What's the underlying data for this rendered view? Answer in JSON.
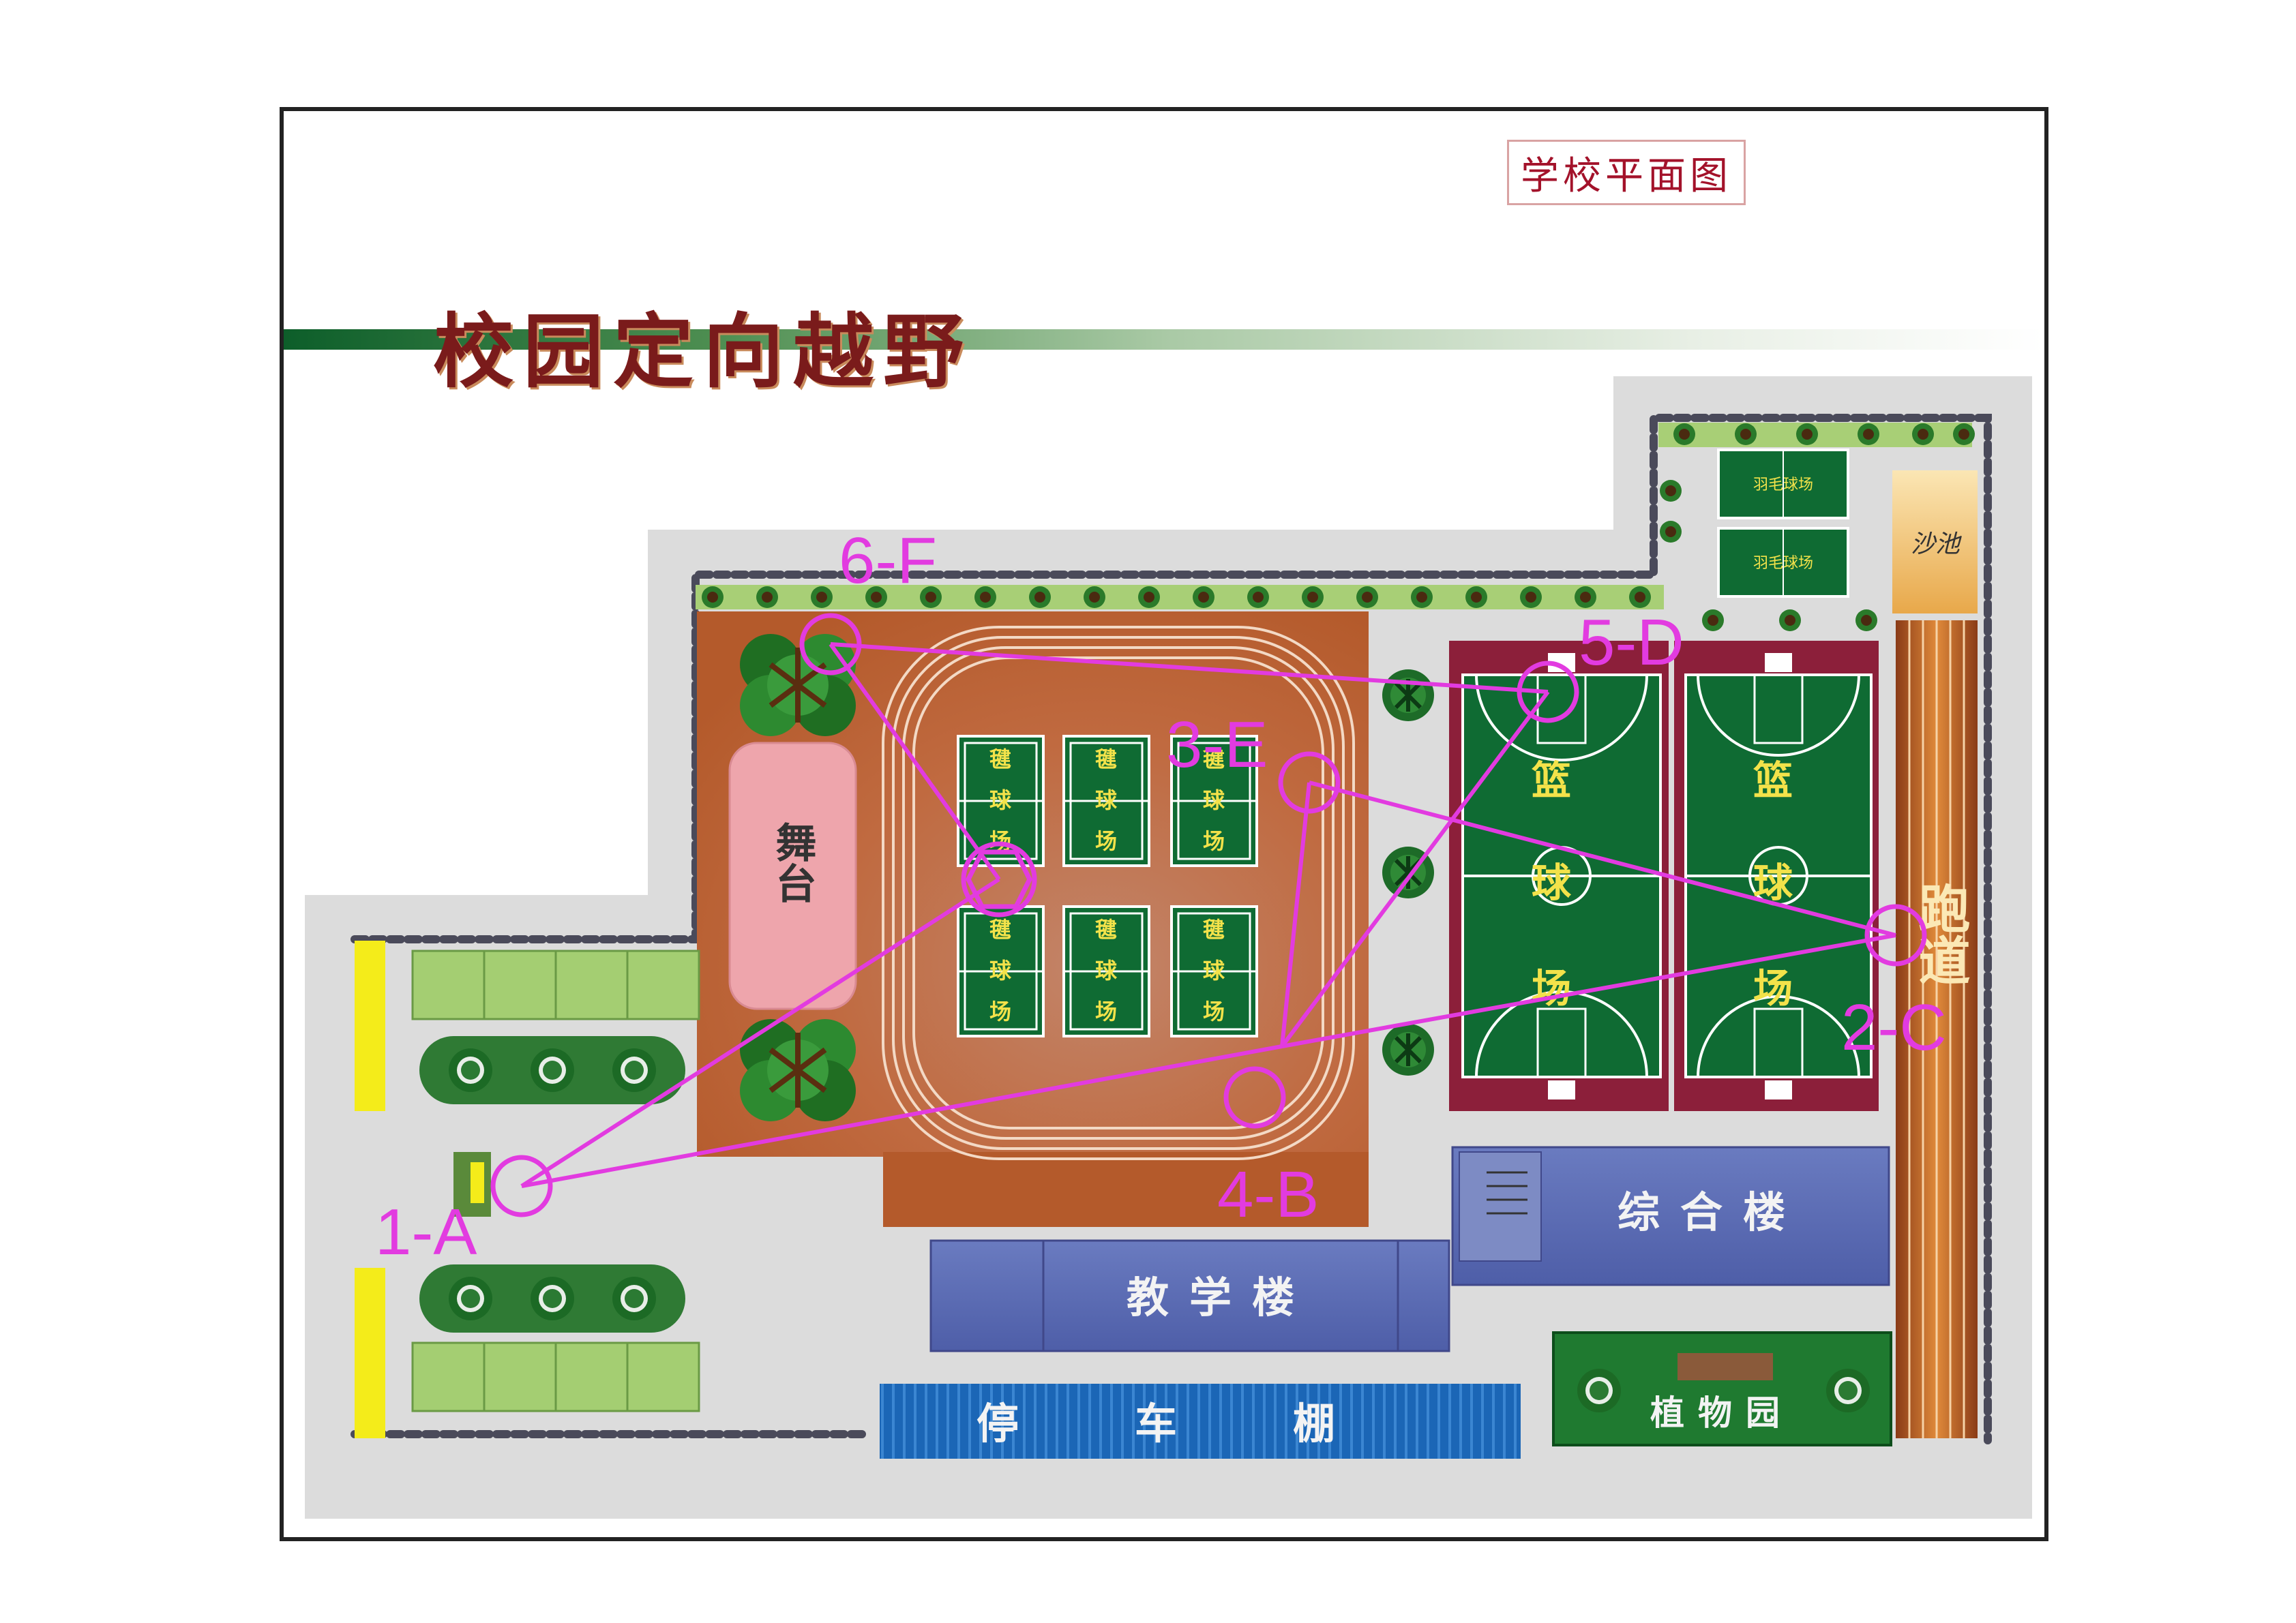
{
  "header": {
    "subtitle": "学校平面图"
  },
  "map": {
    "title": "校园定向越野",
    "buildings": {
      "stage": "舞台",
      "teaching_building": "教学楼",
      "complex_building": "综合楼",
      "bike_shed": "停车棚",
      "botanical_garden": "植物园",
      "sand_pit": "沙池",
      "running_track": "跑道"
    },
    "courts": {
      "small_court_chars": [
        "毽",
        "球",
        "场"
      ],
      "basketball_chars": [
        "篮",
        "球",
        "场"
      ],
      "badminton_label": "羽毛球场"
    },
    "checkpoints": [
      {
        "id": "cp-1a",
        "label": "1-A"
      },
      {
        "id": "cp-2c",
        "label": "2-C"
      },
      {
        "id": "cp-3e",
        "label": "3-E"
      },
      {
        "id": "cp-4b",
        "label": "4-B"
      },
      {
        "id": "cp-5d",
        "label": "5-D"
      },
      {
        "id": "cp-6f",
        "label": "6-F"
      }
    ],
    "colors": {
      "route": "#e23be0",
      "court_green": "#0f6b33",
      "court_maroon": "#8c1f3a",
      "building_blue": "#5a6bb0",
      "shed_blue": "#1d67b8",
      "track_orange": "#d9803a",
      "field_brown": "#c4774b",
      "stage_pink": "#eea5ac"
    }
  }
}
